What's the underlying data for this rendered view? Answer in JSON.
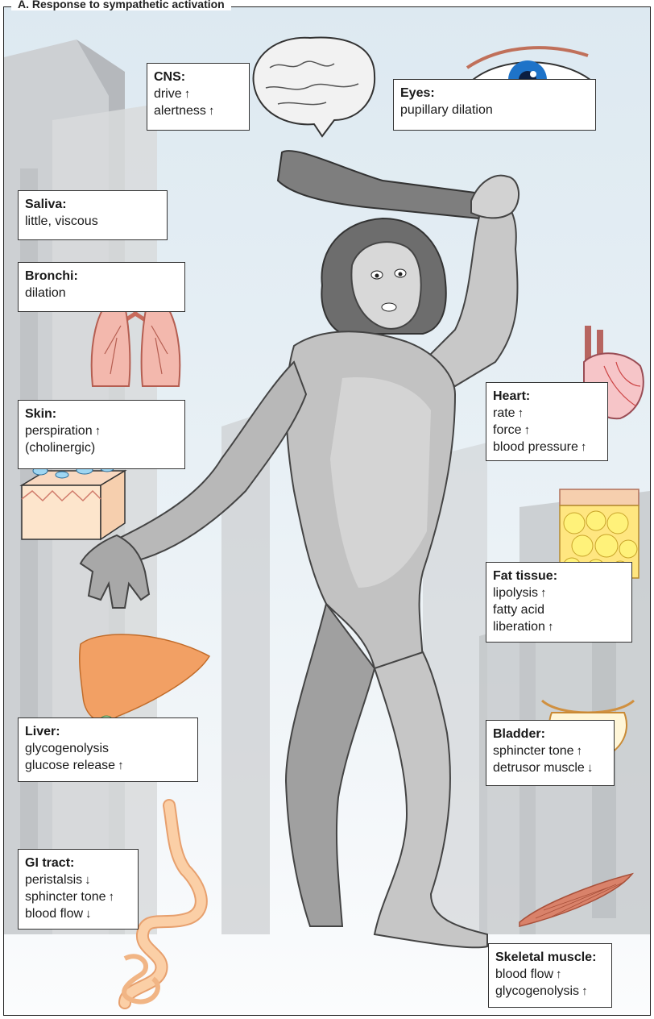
{
  "title": "A. Response to sympathetic activation",
  "boxes": {
    "cns": {
      "heading": "CNS:",
      "lines": [
        {
          "text": "drive",
          "arrow": "↑"
        },
        {
          "text": "alertness",
          "arrow": "↑"
        }
      ]
    },
    "eyes": {
      "heading": "Eyes:",
      "lines": [
        {
          "text": "pupillary dilation",
          "arrow": ""
        }
      ]
    },
    "saliva": {
      "heading": "Saliva:",
      "lines": [
        {
          "text": "little, viscous",
          "arrow": ""
        }
      ]
    },
    "bronchi": {
      "heading": "Bronchi:",
      "lines": [
        {
          "text": "dilation",
          "arrow": ""
        }
      ]
    },
    "skin": {
      "heading": "Skin:",
      "lines": [
        {
          "text": "perspiration",
          "arrow": "↑"
        },
        {
          "text": "(cholinergic)",
          "arrow": ""
        }
      ]
    },
    "heart": {
      "heading": "Heart:",
      "lines": [
        {
          "text": "rate",
          "arrow": "↑"
        },
        {
          "text": "force",
          "arrow": "↑"
        },
        {
          "text": "blood pressure",
          "arrow": "↑"
        }
      ]
    },
    "fat": {
      "heading": "Fat tissue:",
      "lines": [
        {
          "text": "lipolysis",
          "arrow": "↑"
        },
        {
          "text": "fatty acid",
          "arrow": ""
        },
        {
          "text": "liberation",
          "arrow": "↑"
        }
      ]
    },
    "liver": {
      "heading": "Liver:",
      "lines": [
        {
          "text": "glycogenolysis",
          "arrow": ""
        },
        {
          "text": "glucose release",
          "arrow": "↑"
        }
      ]
    },
    "bladder": {
      "heading": "Bladder:",
      "lines": [
        {
          "text": "sphincter tone",
          "arrow": "↑"
        },
        {
          "text": "detrusor muscle",
          "arrow": "↓"
        }
      ]
    },
    "gi": {
      "heading": "GI tract:",
      "lines": [
        {
          "text": "peristalsis",
          "arrow": "↓"
        },
        {
          "text": "sphincter tone",
          "arrow": "↑"
        },
        {
          "text": "blood flow",
          "arrow": "↓"
        }
      ]
    },
    "muscle": {
      "heading": "Skeletal muscle:",
      "lines": [
        {
          "text": "blood flow",
          "arrow": "↑"
        },
        {
          "text": "glycogenolysis",
          "arrow": "↑"
        }
      ]
    }
  },
  "colors": {
    "building": "#c4c7ca",
    "figure": "#a9a9a9",
    "lung": "#f3b8ad",
    "liver": "#f2a064",
    "gi": "#fbcfa6",
    "fat": "#fff27a",
    "iris": "#1e73c8",
    "muscle": "#d9826a"
  },
  "icons": [
    "brain-icon",
    "eye-icon",
    "lungs-icon",
    "skin-icon",
    "heart-icon",
    "fat-tissue-icon",
    "liver-icon",
    "bladder-icon",
    "gi-tract-icon",
    "skeletal-muscle-icon"
  ]
}
